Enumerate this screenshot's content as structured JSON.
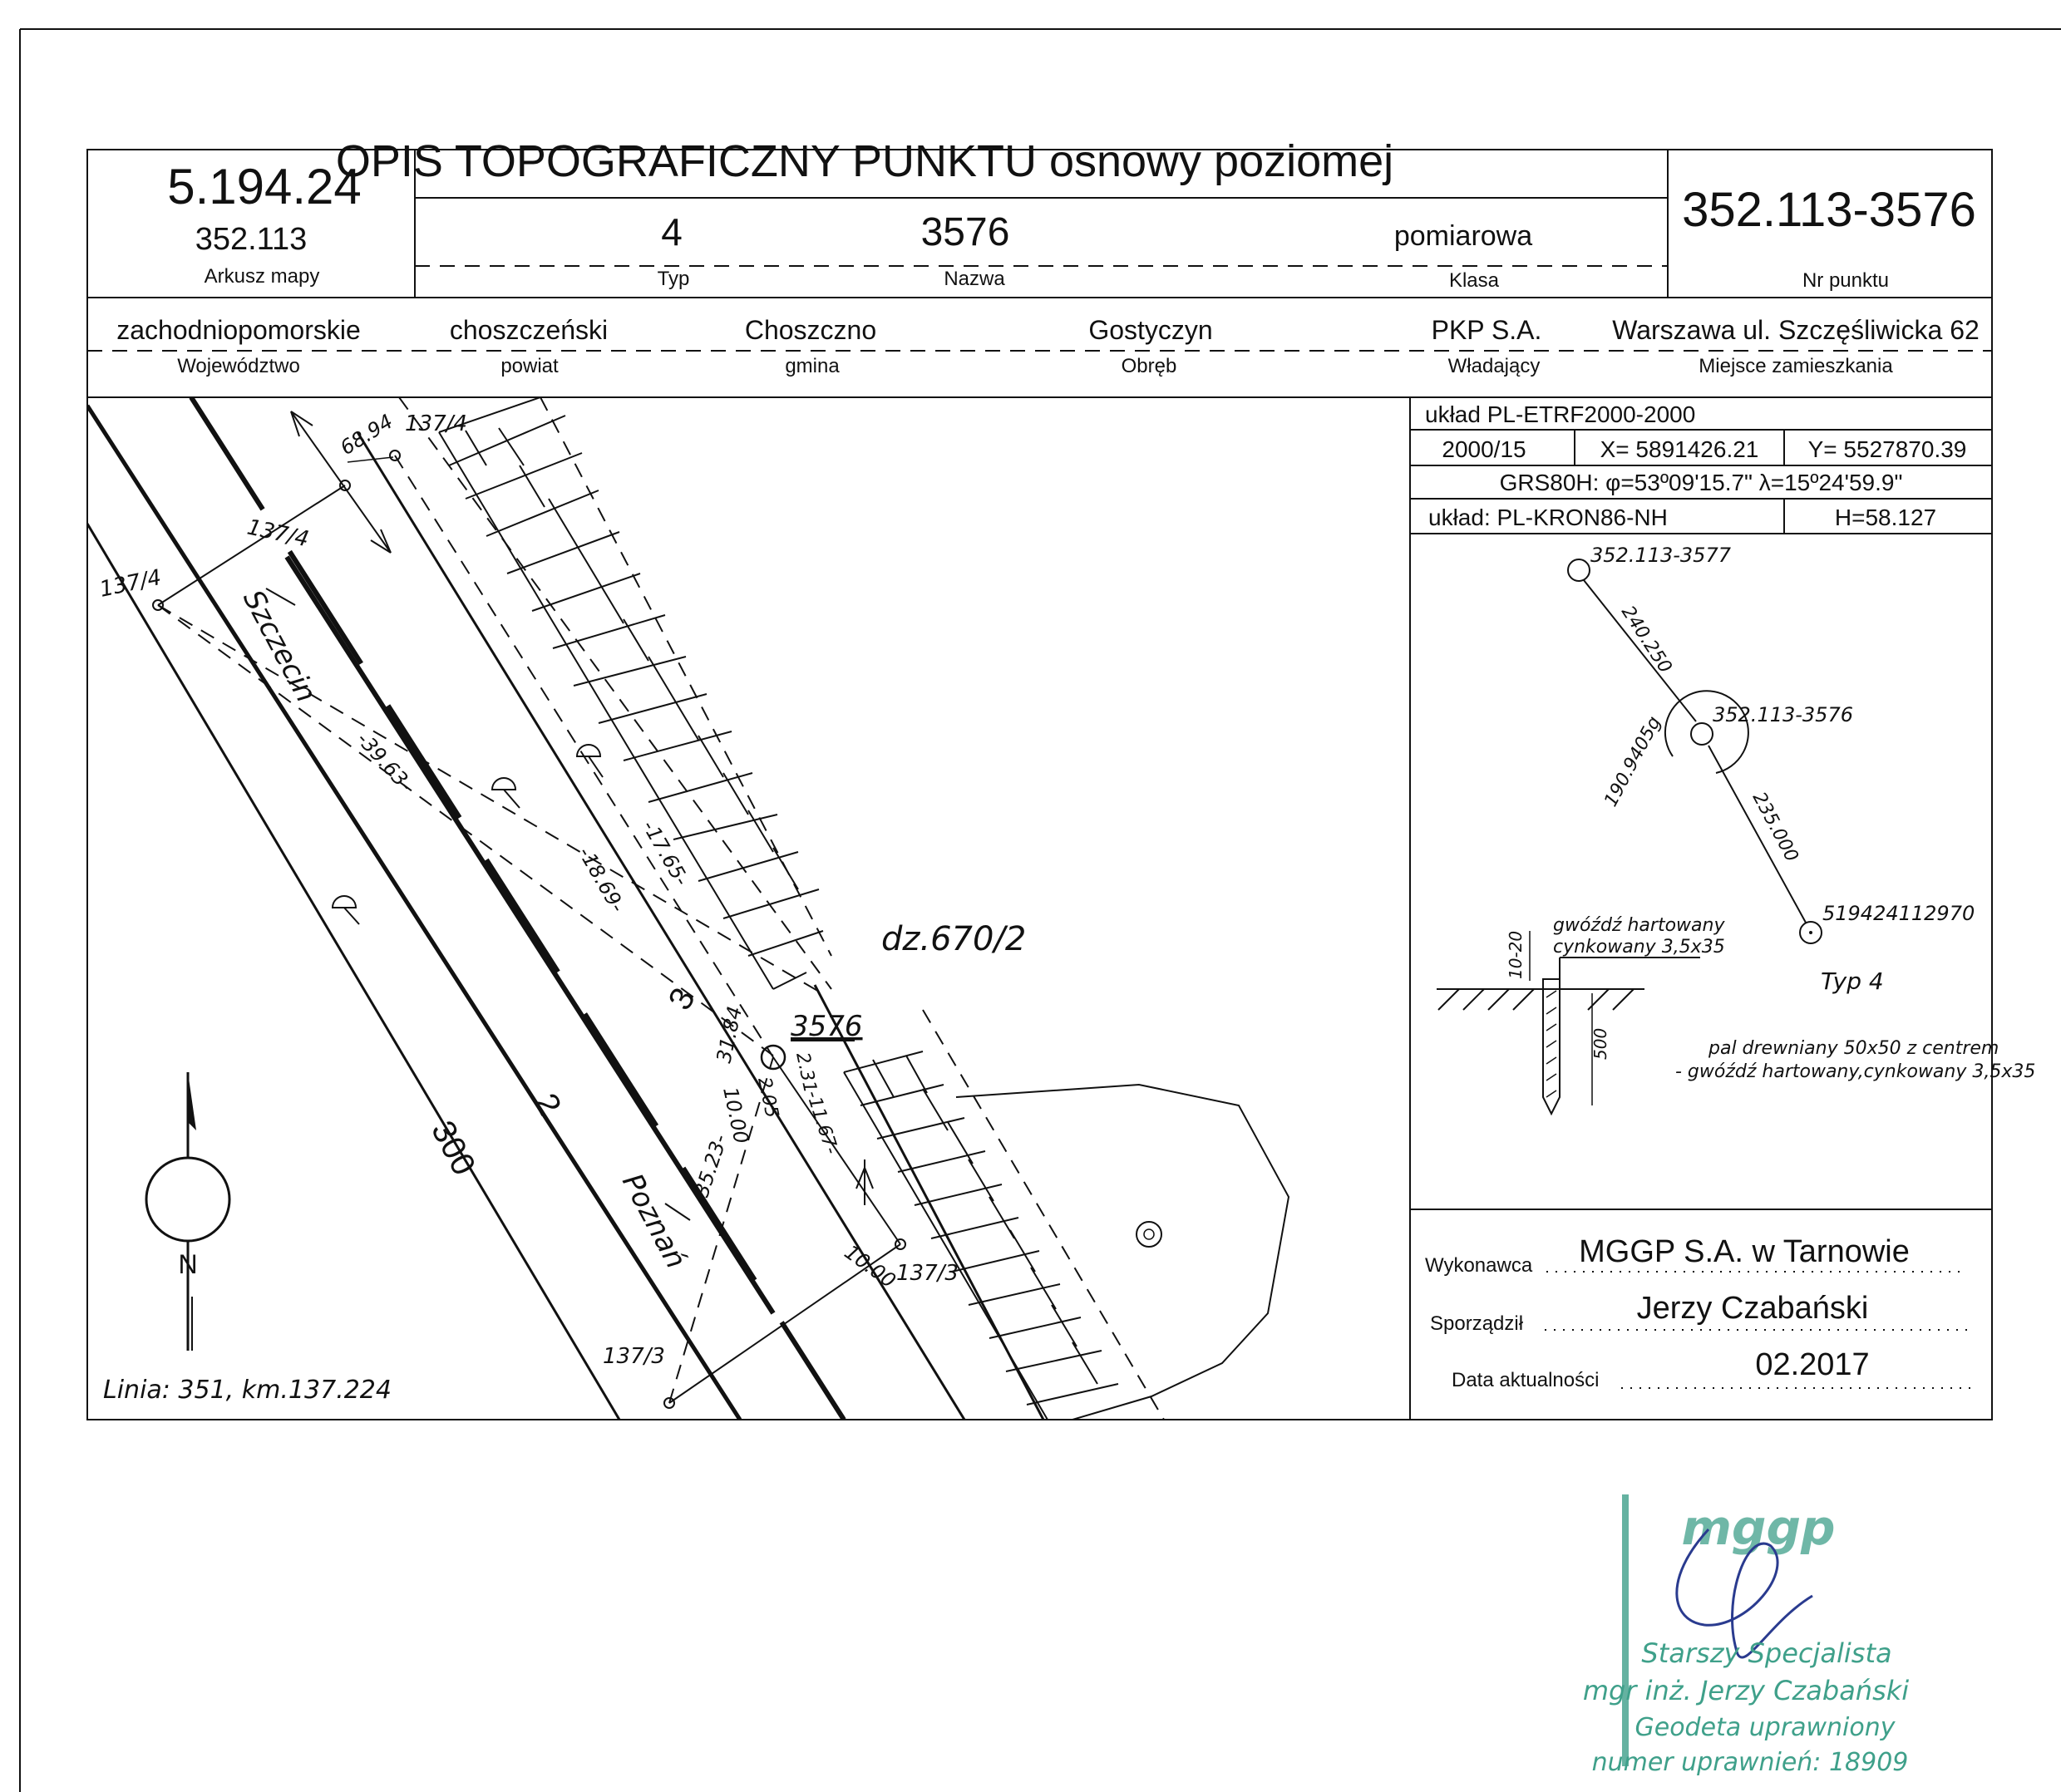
{
  "title": "OPIS TOPOGRAFICZNY PUNKTU osnowy poziomej",
  "left_box": {
    "map_sheet_main": "5.194.24",
    "map_sheet_code": "352.113",
    "map_sheet_label": "Arkusz mapy"
  },
  "right_box": {
    "point_number": "352.113-3576",
    "point_number_label": "Nr punktu"
  },
  "header_row": {
    "type_value": "4",
    "type_label": "Typ",
    "name_value": "3576",
    "name_label": "Nazwa",
    "class_value": "pomiarowa",
    "class_label": "Klasa"
  },
  "location_row": {
    "voivodeship_value": "zachodniopomorskie",
    "voivodeship_label": "Województwo",
    "county_value": "choszczeński",
    "county_label": "powiat",
    "commune_value": "Choszczno",
    "commune_label": "gmina",
    "precinct_value": "Gostyczyn",
    "precinct_label": "Obręb",
    "owner_value": "PKP S.A.",
    "owner_label": "Władający",
    "residence_value": "Warszawa ul. Szczęśliwicka 62",
    "residence_label": "Miejsce zamieszkania"
  },
  "coords": {
    "system": "układ PL-ETRF2000-2000",
    "zone": "2000/15",
    "x": "X= 5891426.21",
    "y": "Y= 5527870.39",
    "grs": "GRS80H: φ=53º09'15.7\" λ=15º24'59.9\"",
    "height_system": "układ: PL-KRON86-NH",
    "height": "H=58.127"
  },
  "sketch": {
    "top_point": "352.113-3577",
    "center_point": "352.113-3576",
    "bottom_point": "519424112970",
    "dist_top": "240.250",
    "dist_bottom": "235.000",
    "angle": "190.9405g",
    "nail_label_1": "gwóźdź hartowany",
    "nail_label_2": "cynkowany 3,5x35",
    "depth_top": "10-20",
    "depth": "500",
    "type_text": "Typ 4",
    "post_text_1": "pal drewniany 50x50 z centrem",
    "post_text_2": "- gwóźdź hartowany,cynkowany 3,5x35"
  },
  "map": {
    "label_137_4_a": "137/4",
    "label_137_4_b": "137/4",
    "label_137_4_c": "137/4",
    "label_137_3_a": "137/3",
    "label_137_3_b": "137/3",
    "dist_68_94": "68.94",
    "dist_39_63": "-39.63-",
    "dist_18_69": "-18.69-",
    "dist_17_65": "-17.65-",
    "dist_31_84": "31.84",
    "dist_2_31": "2.31",
    "dist_2_05": "2.05",
    "dist_10_00_a": "10.00",
    "dist_11_67": "-11.67-",
    "dist_35_23": "-35.23-",
    "dist_10_00_b": "10.00",
    "point_label": "3576",
    "parcel": "dz.670/2",
    "track_3": "3",
    "track_2": "2",
    "track_300": "300",
    "dir_szczecin": "Szczecin",
    "dir_poznan": "Poznań",
    "north": "N",
    "line_info": "Linia: 351, km.137.224"
  },
  "footer": {
    "contractor_label": "Wykonawca",
    "contractor_value": "MGGP S.A.  w Tarnowie",
    "prepared_label": "Sporządził",
    "prepared_value": "Jerzy Czabański",
    "date_label": "Data aktualności",
    "date_value": "02.2017"
  },
  "stamp": {
    "logo": "mggp",
    "line1": "Starszy Specjalista",
    "line2": "mgr inż. Jerzy Czabański",
    "line3": "Geodeta uprawniony",
    "line4": "numer uprawnień: 18909"
  }
}
